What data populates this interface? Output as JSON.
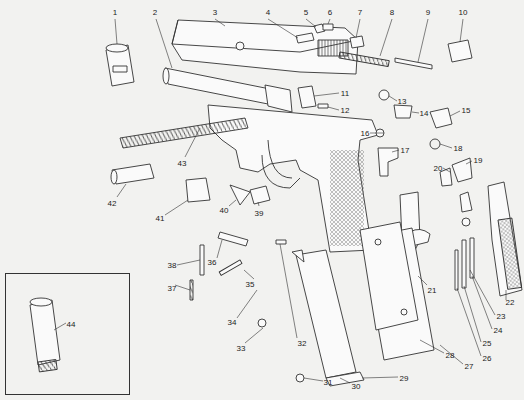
{
  "diagram": {
    "nodes": [
      {
        "text": [
          "44"
        ]
      }
    ],
    "labels": [
      "1",
      "2",
      "3",
      "4",
      "5",
      "6",
      "7",
      "8",
      "9",
      "10",
      "11",
      "12",
      "13",
      "14",
      "15",
      "16",
      "17",
      "18",
      "19",
      "20",
      "21",
      "22",
      "23",
      "24",
      "25",
      "26",
      "27",
      "28",
      "29",
      "30",
      "31",
      "32",
      "33",
      "34",
      "35",
      "36",
      "37",
      "38",
      "39",
      "40",
      "41",
      "42",
      "43"
    ]
  }
}
